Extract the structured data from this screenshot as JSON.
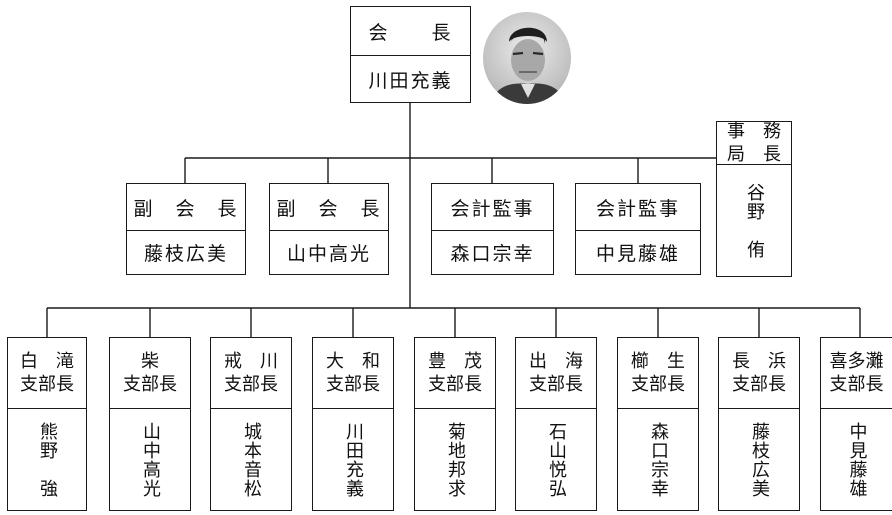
{
  "president": {
    "title": "会　　長",
    "name": "川田充義"
  },
  "secretary_general": {
    "title_line1": "事　務",
    "title_line2": "局　長",
    "name": "谷野　侑"
  },
  "vice_presidents": [
    {
      "title": "副　会　長",
      "name": "藤枝広美"
    },
    {
      "title": "副　会　長",
      "name": "山中高光"
    }
  ],
  "auditors": [
    {
      "title": "会計監事",
      "name": "森口宗幸"
    },
    {
      "title": "会計監事",
      "name": "中見藤雄"
    }
  ],
  "branches": [
    {
      "line1": "白　滝",
      "line2": "支部長",
      "name": "熊野　強"
    },
    {
      "line1": "柴",
      "line2": "支部長",
      "name": "山中高光"
    },
    {
      "line1": "戒　川",
      "line2": "支部長",
      "name": "城本音松"
    },
    {
      "line1": "大　和",
      "line2": "支部長",
      "name": "川田充義"
    },
    {
      "line1": "豊　茂",
      "line2": "支部長",
      "name": "菊地邦求"
    },
    {
      "line1": "出　海",
      "line2": "支部長",
      "name": "石山悦弘"
    },
    {
      "line1": "櫛　生",
      "line2": "支部長",
      "name": "森口宗幸"
    },
    {
      "line1": "長　浜",
      "line2": "支部長",
      "name": "藤枝広美"
    },
    {
      "line1": "喜多灘",
      "line2": "支部長",
      "name": "中見藤雄"
    }
  ]
}
